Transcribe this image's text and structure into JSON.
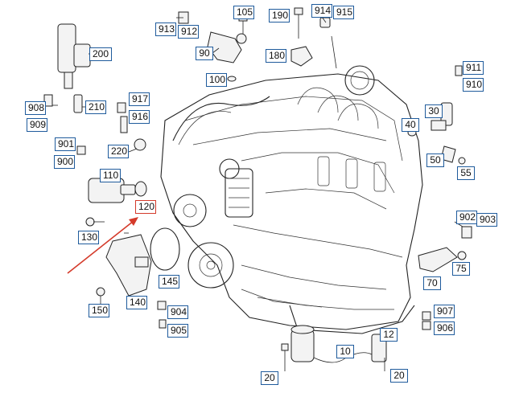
{
  "colors": {
    "callout_border": "#1f5b9c",
    "highlight": "#d43a2a",
    "line": "#222222"
  },
  "callouts": {
    "c100": "100",
    "c105": "105",
    "c190": "190",
    "c914": "914",
    "c915": "915",
    "c913": "913",
    "c912": "912",
    "c90": "90",
    "c180": "180",
    "c200": "200",
    "c908": "908",
    "c210": "210",
    "c909": "909",
    "c917": "917",
    "c916": "916",
    "c911": "911",
    "c910": "910",
    "c30": "30",
    "c40": "40",
    "c220": "220",
    "c901": "901",
    "c900": "900",
    "c50": "50",
    "c55": "55",
    "c110": "110",
    "c120": "120",
    "c130": "130",
    "c902": "902",
    "c903": "903",
    "c75": "75",
    "c70": "70",
    "c145": "145",
    "c150": "150",
    "c140": "140",
    "c904": "904",
    "c905": "905",
    "c907": "907",
    "c906": "906",
    "c12": "12",
    "c10": "10",
    "c20a": "20",
    "c20b": "20"
  },
  "highlighted_callout": "120",
  "pointer_arrow": "arrow pointing to part 120"
}
